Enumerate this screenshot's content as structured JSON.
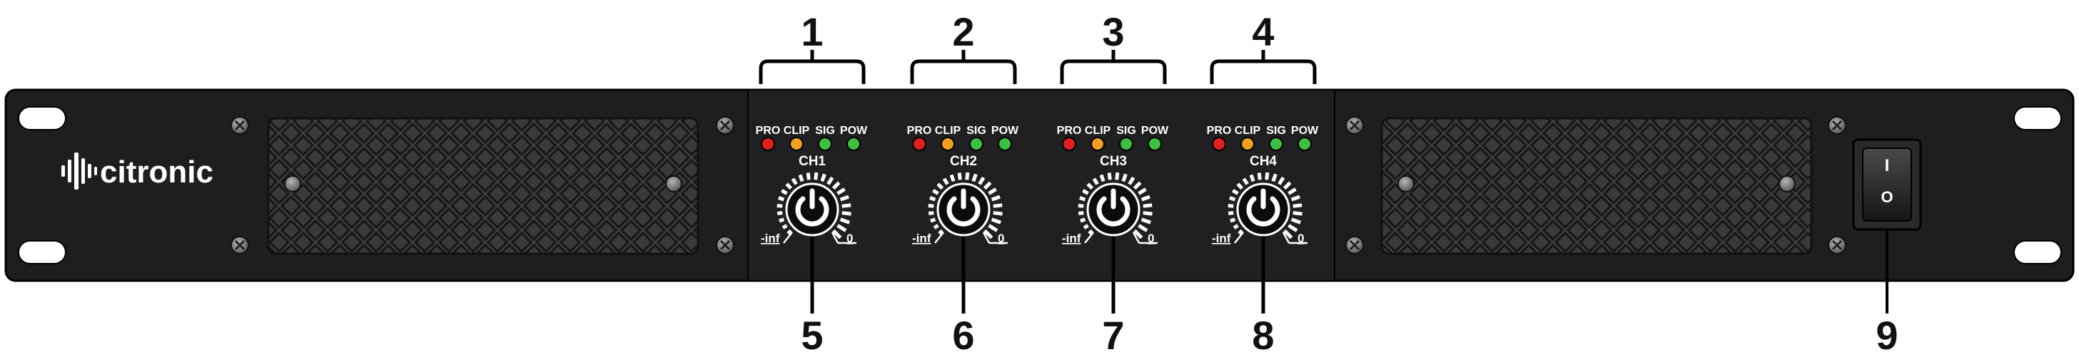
{
  "brand": {
    "name": "citronic",
    "logo_icon": "waveform-icon"
  },
  "led_labels": [
    "PRO",
    "CLIP",
    "SIG",
    "POW"
  ],
  "led_colors": {
    "PRO": "#e02020",
    "CLIP": "#f0a020",
    "SIG": "#3cc040",
    "POW": "#3cc040"
  },
  "channels": [
    {
      "label": "CH1",
      "callout_top": "1",
      "callout_bottom": "5",
      "min_label": "-inf",
      "max_label": "0"
    },
    {
      "label": "CH2",
      "callout_top": "2",
      "callout_bottom": "6",
      "min_label": "-inf",
      "max_label": "0"
    },
    {
      "label": "CH3",
      "callout_top": "3",
      "callout_bottom": "7",
      "min_label": "-inf",
      "max_label": "0"
    },
    {
      "label": "CH4",
      "callout_top": "4",
      "callout_bottom": "8",
      "min_label": "-inf",
      "max_label": "0"
    }
  ],
  "power_switch": {
    "callout": "9",
    "on_symbol": "I",
    "off_symbol": "O",
    "icon": "rocker-switch-icon"
  },
  "colors": {
    "panel": "#1e1e20",
    "outline": "#111111",
    "accent_white": "#ffffff"
  }
}
